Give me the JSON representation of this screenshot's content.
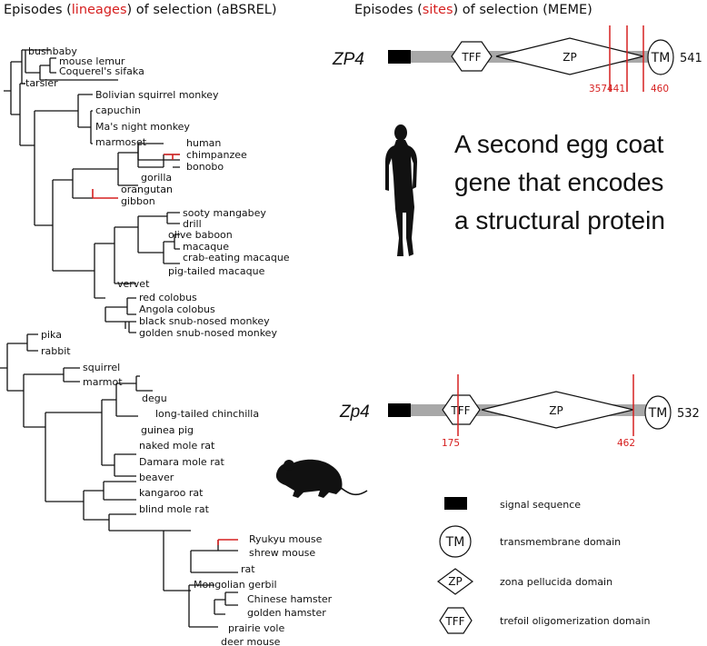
{
  "headers": {
    "left": {
      "pre": "Episodes (",
      "hi": "lineages",
      "post": ") of selection (aBSREL)"
    },
    "right": {
      "pre": "Episodes (",
      "hi": "sites",
      "post": ") of selection (MEME)"
    }
  },
  "primate_tree": {
    "taxa": [
      "bushbaby",
      "mouse lemur",
      "Coquerel's sifaka",
      "tarsier",
      "Bolivian squirrel monkey",
      "capuchin",
      "Ma's night monkey",
      "marmoset",
      "human",
      "chimpanzee",
      "bonobo",
      "gorilla",
      "orangutan",
      "gibbon",
      "sooty mangabey",
      "drill",
      "olive baboon",
      "macaque",
      "crab-eating macaque",
      "pig-tailed macaque",
      "vervet",
      "red colobus",
      "Angola colobus",
      "black snub-nosed monkey",
      "golden snub-nosed monkey"
    ],
    "selected_lineages": [
      "chimpanzee",
      "gibbon"
    ]
  },
  "rodent_tree": {
    "taxa": [
      "pika",
      "rabbit",
      "squirrel",
      "marmot",
      "degu",
      "long-tailed chinchilla",
      "guinea pig",
      "naked mole rat",
      "Damara mole rat",
      "beaver",
      "kangaroo rat",
      "blind mole rat",
      "Ryukyu mouse",
      "shrew mouse",
      "rat",
      "Mongolian gerbil",
      "Chinese hamster",
      "golden hamster",
      "prairie vole",
      "deer mouse"
    ],
    "selected_lineages": [
      "Ryukyu mouse"
    ]
  },
  "genes": [
    {
      "name": "ZP4",
      "length": "541",
      "domains": {
        "tff": "TFF",
        "zp": "ZP",
        "tm": "TM"
      },
      "sites": [
        "357",
        "441",
        "460"
      ]
    },
    {
      "name": "Zp4",
      "length": "532",
      "domains": {
        "tff": "TFF",
        "zp": "ZP",
        "tm": "TM"
      },
      "sites": [
        "175",
        "462"
      ]
    }
  ],
  "statement": {
    "line1": "A second egg coat",
    "line2": "gene that encodes",
    "line3": "a structural protein"
  },
  "legend": {
    "signal": {
      "label": "signal sequence"
    },
    "tm": {
      "symbol": "TM",
      "label": "transmembrane domain"
    },
    "zp": {
      "symbol": "ZP",
      "label": "zona pellucida domain"
    },
    "tff": {
      "symbol": "TFF",
      "label": "trefoil oligomerization domain"
    }
  },
  "colors": {
    "selection": "#d62020",
    "backbone": "#a8a8a8",
    "signal": "#000000"
  },
  "icons": {
    "woman": "woman-silhouette-icon",
    "mouse": "mouse-silhouette-icon"
  }
}
